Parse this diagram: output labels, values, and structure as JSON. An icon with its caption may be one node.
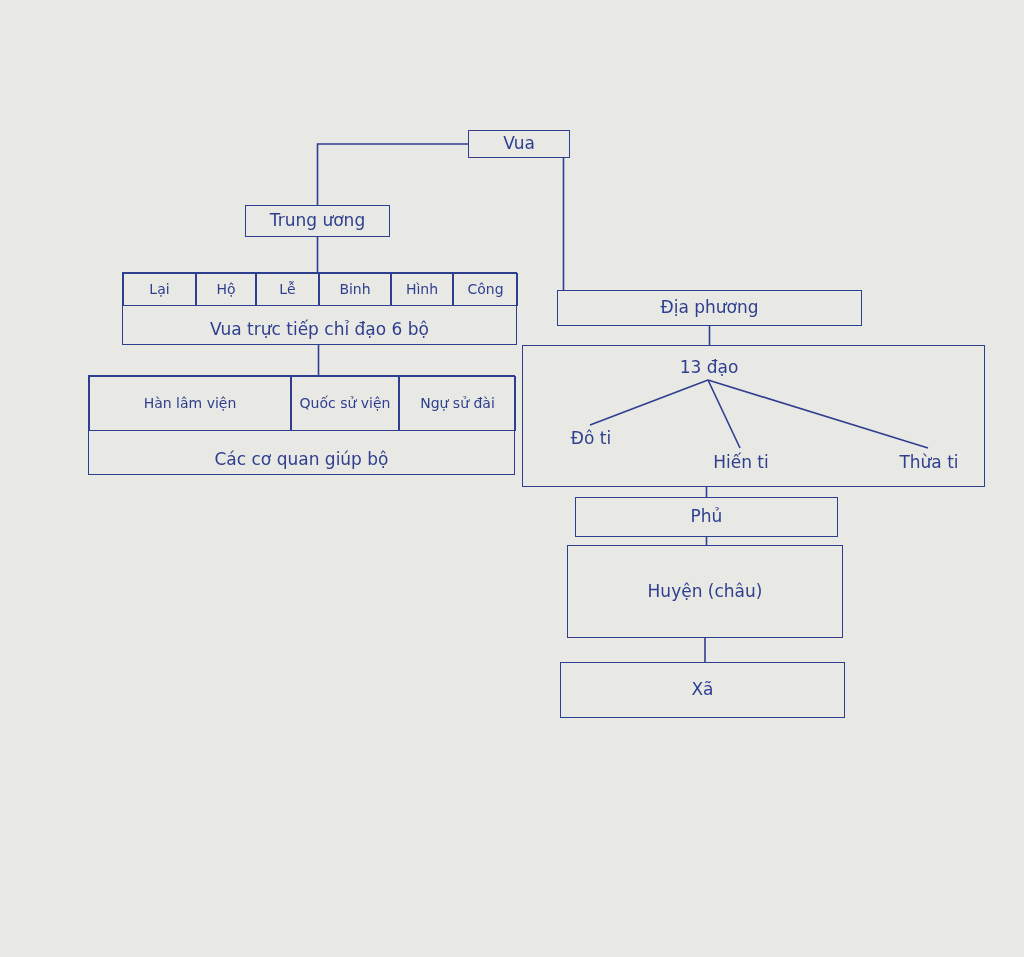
{
  "diagram": {
    "nodes": [
      {
        "text": [
          "Vua"
        ]
      },
      {
        "text": [
          "Trung ương"
        ]
      },
      {
        "text": [
          "Vua trực tiếp chỉ đạo 6 bộ"
        ]
      },
      {
        "text": [
          "Lại"
        ],
        "in": 2
      },
      {
        "text": [
          "Hộ"
        ],
        "in": 2
      },
      {
        "text": [
          "Lễ"
        ],
        "in": 2
      },
      {
        "text": [
          "Binh"
        ],
        "in": 2
      },
      {
        "text": [
          "Hình"
        ],
        "in": 2
      },
      {
        "text": [
          "Công"
        ],
        "in": 2
      },
      {
        "text": [
          "Các cơ quan giúp bộ"
        ]
      },
      {
        "text": [
          "Hàn lâm viện"
        ],
        "in": 9
      },
      {
        "text": [
          "Quốc sử viện"
        ],
        "in": 9
      },
      {
        "text": [
          "Ngự sử đài"
        ],
        "in": 9
      },
      {
        "text": [
          "Địa phương"
        ]
      },
      {
        "text": [],
        "shape": "box"
      },
      {
        "text": [
          "13 đạo"
        ],
        "in": 14
      },
      {
        "text": [
          "Đô ti"
        ],
        "in": 14
      },
      {
        "text": [
          "Hiến ti"
        ],
        "in": 14
      },
      {
        "text": [
          "Thừa ti"
        ],
        "in": 14
      },
      {
        "text": [
          "Phủ"
        ]
      },
      {
        "text": [
          "Huyện (châu)"
        ]
      },
      {
        "text": [
          "Xã"
        ]
      }
    ],
    "edges": [
      {
        "from": 0,
        "to": 1,
        "arrow": "none"
      },
      {
        "from": 0,
        "to": 13,
        "arrow": "none"
      },
      {
        "from": 1,
        "to": 2,
        "arrow": "none"
      },
      {
        "from": 2,
        "to": 9,
        "arrow": "none"
      },
      {
        "from": 13,
        "to": 14,
        "arrow": "none"
      },
      {
        "from": 15,
        "to": 16,
        "arrow": "none"
      },
      {
        "from": 15,
        "to": 17,
        "arrow": "none"
      },
      {
        "from": 15,
        "to": 18,
        "arrow": "none"
      },
      {
        "from": 14,
        "to": 19,
        "arrow": "none"
      },
      {
        "from": 19,
        "to": 20,
        "arrow": "none"
      },
      {
        "from": 20,
        "to": 21,
        "arrow": "none"
      }
    ]
  }
}
